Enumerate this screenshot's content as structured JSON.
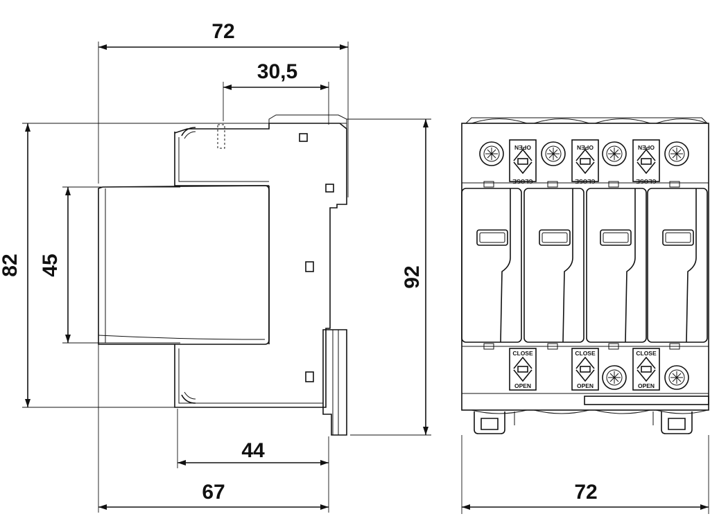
{
  "drawing": {
    "side_view": {
      "overall_width": "72",
      "terminal_offset": "30,5",
      "overall_height": "82",
      "front_height": "45",
      "inner_depth": "44",
      "depth_to_rail": "67",
      "rail_height": "92"
    },
    "front_view": {
      "overall_width": "72",
      "close_label": "CLOSE",
      "open_label": "OPEN"
    }
  }
}
